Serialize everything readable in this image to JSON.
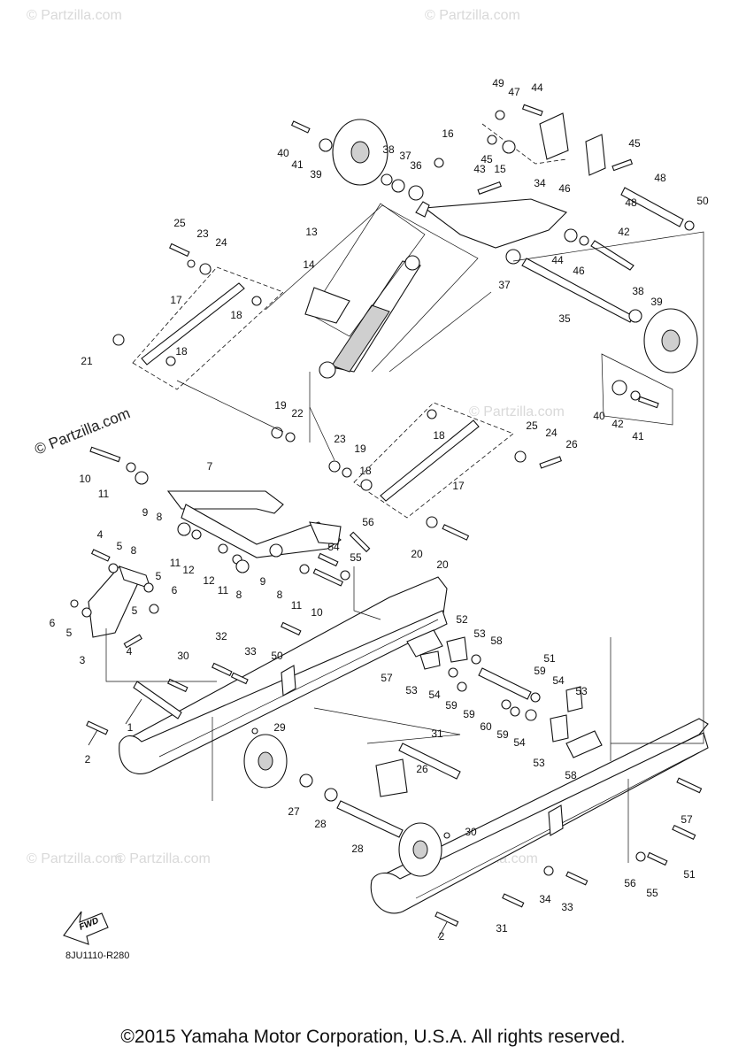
{
  "watermarks": {
    "text": "© Partzilla.com",
    "main_text": "© Partzilla.com"
  },
  "diagram": {
    "code": "8JU1110-R280",
    "fwd_label": "FWD"
  },
  "callouts": [
    {
      "label": "1"
    },
    {
      "label": "2"
    },
    {
      "label": "2"
    },
    {
      "label": "3"
    },
    {
      "label": "4"
    },
    {
      "label": "4"
    },
    {
      "label": "5"
    },
    {
      "label": "5"
    },
    {
      "label": "5"
    },
    {
      "label": "5"
    },
    {
      "label": "6"
    },
    {
      "label": "6"
    },
    {
      "label": "7"
    },
    {
      "label": "8"
    },
    {
      "label": "8"
    },
    {
      "label": "8"
    },
    {
      "label": "8"
    },
    {
      "label": "9"
    },
    {
      "label": "9"
    },
    {
      "label": "10"
    },
    {
      "label": "10"
    },
    {
      "label": "11"
    },
    {
      "label": "11"
    },
    {
      "label": "11"
    },
    {
      "label": "11"
    },
    {
      "label": "12"
    },
    {
      "label": "12"
    },
    {
      "label": "13"
    },
    {
      "label": "14"
    },
    {
      "label": "15"
    },
    {
      "label": "16"
    },
    {
      "label": "17"
    },
    {
      "label": "17"
    },
    {
      "label": "18"
    },
    {
      "label": "18"
    },
    {
      "label": "18"
    },
    {
      "label": "18"
    },
    {
      "label": "19"
    },
    {
      "label": "19"
    },
    {
      "label": "20"
    },
    {
      "label": "20"
    },
    {
      "label": "21"
    },
    {
      "label": "22"
    },
    {
      "label": "23"
    },
    {
      "label": "23"
    },
    {
      "label": "24"
    },
    {
      "label": "24"
    },
    {
      "label": "25"
    },
    {
      "label": "25"
    },
    {
      "label": "26"
    },
    {
      "label": "26"
    },
    {
      "label": "27"
    },
    {
      "label": "28"
    },
    {
      "label": "28"
    },
    {
      "label": "29"
    },
    {
      "label": "30"
    },
    {
      "label": "30"
    },
    {
      "label": "31"
    },
    {
      "label": "31"
    },
    {
      "label": "32"
    },
    {
      "label": "33"
    },
    {
      "label": "33"
    },
    {
      "label": "34"
    },
    {
      "label": "34"
    },
    {
      "label": "35"
    },
    {
      "label": "36"
    },
    {
      "label": "37"
    },
    {
      "label": "37"
    },
    {
      "label": "38"
    },
    {
      "label": "38"
    },
    {
      "label": "39"
    },
    {
      "label": "39"
    },
    {
      "label": "40"
    },
    {
      "label": "40"
    },
    {
      "label": "41"
    },
    {
      "label": "41"
    },
    {
      "label": "42"
    },
    {
      "label": "42"
    },
    {
      "label": "43"
    },
    {
      "label": "44"
    },
    {
      "label": "44"
    },
    {
      "label": "45"
    },
    {
      "label": "45"
    },
    {
      "label": "46"
    },
    {
      "label": "46"
    },
    {
      "label": "47"
    },
    {
      "label": "48"
    },
    {
      "label": "48"
    },
    {
      "label": "49"
    },
    {
      "label": "50"
    },
    {
      "label": "50"
    },
    {
      "label": "51"
    },
    {
      "label": "51"
    },
    {
      "label": "52"
    },
    {
      "label": "53"
    },
    {
      "label": "53"
    },
    {
      "label": "53"
    },
    {
      "label": "53"
    },
    {
      "label": "54"
    },
    {
      "label": "54"
    },
    {
      "label": "54"
    },
    {
      "label": "54"
    },
    {
      "label": "55"
    },
    {
      "label": "55"
    },
    {
      "label": "56"
    },
    {
      "label": "56"
    },
    {
      "label": "57"
    },
    {
      "label": "57"
    },
    {
      "label": "58"
    },
    {
      "label": "58"
    },
    {
      "label": "59"
    },
    {
      "label": "59"
    },
    {
      "label": "59"
    },
    {
      "label": "59"
    },
    {
      "label": "60"
    },
    {
      "label": "60"
    }
  ],
  "footer": {
    "copyright": "©2015 Yamaha Motor Corporation, U.S.A. All rights reserved."
  }
}
